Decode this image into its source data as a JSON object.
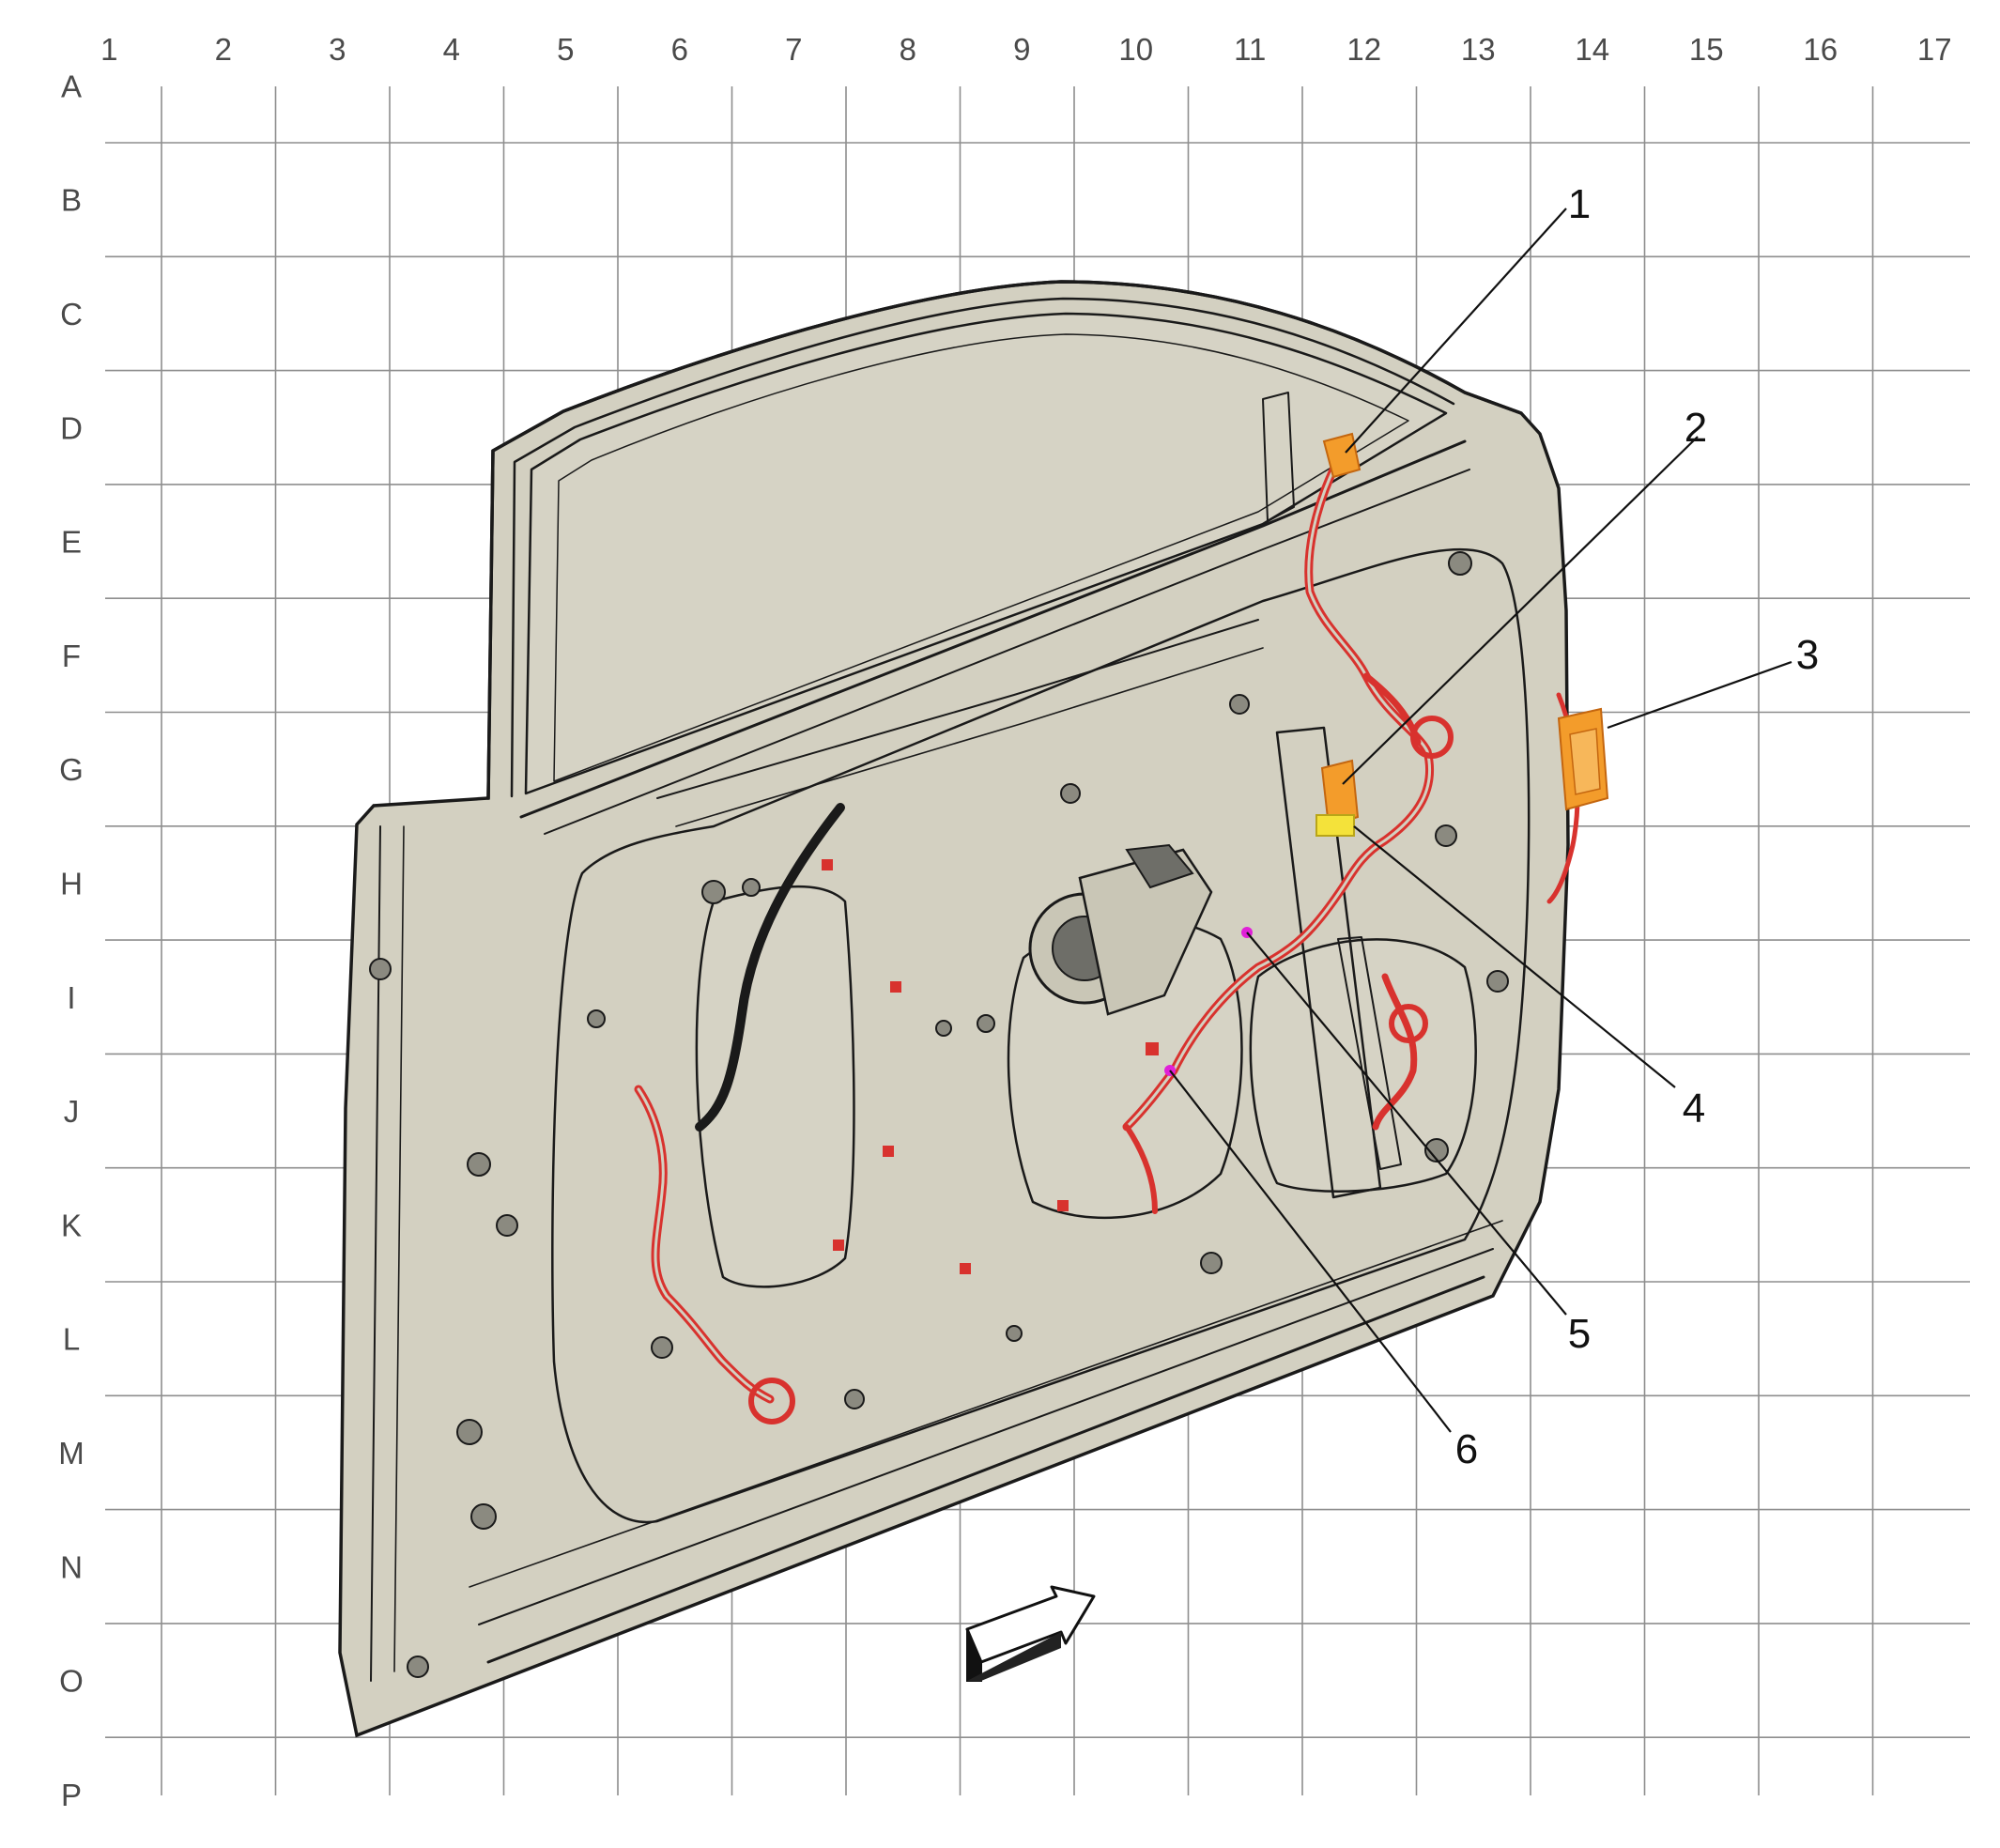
{
  "grid": {
    "columns": [
      "1",
      "2",
      "3",
      "4",
      "5",
      "6",
      "7",
      "8",
      "9",
      "10",
      "11",
      "12",
      "13",
      "14",
      "15",
      "16",
      "17"
    ],
    "rows": [
      "A",
      "B",
      "C",
      "D",
      "E",
      "F",
      "G",
      "H",
      "I",
      "J",
      "K",
      "L",
      "M",
      "N",
      "O",
      "P"
    ]
  },
  "callouts": [
    {
      "id": "1",
      "label": "1"
    },
    {
      "id": "2",
      "label": "2"
    },
    {
      "id": "3",
      "label": "3"
    },
    {
      "id": "4",
      "label": "4"
    },
    {
      "id": "5",
      "label": "5"
    },
    {
      "id": "6",
      "label": "6"
    }
  ],
  "colors": {
    "door_fill": "#d3d0c1",
    "outline": "#1a1a1a",
    "harness": "#d8322e",
    "connector_orange": "#f39c2b",
    "connector_yellow": "#f4e23a",
    "marker_magenta": "#e020d8",
    "grid": "#8e8e8e"
  },
  "icons": {
    "view_arrow": "view-direction-arrow-icon"
  }
}
